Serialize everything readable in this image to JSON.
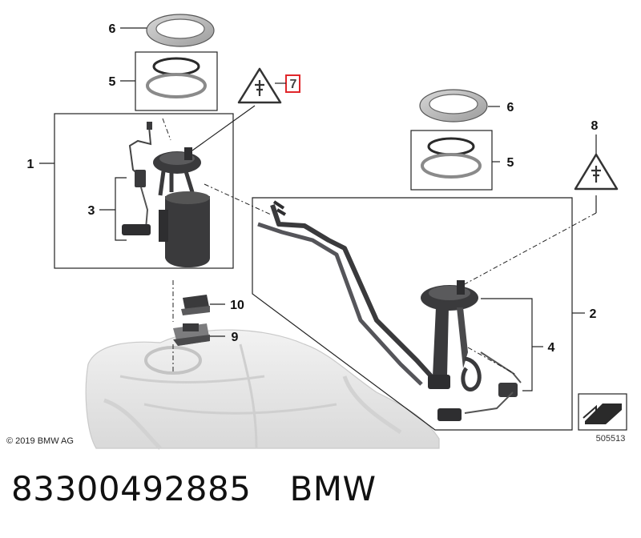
{
  "diagram": {
    "callouts": [
      {
        "id": "c1",
        "label": "1"
      },
      {
        "id": "c2",
        "label": "2"
      },
      {
        "id": "c3",
        "label": "3"
      },
      {
        "id": "c4",
        "label": "4"
      },
      {
        "id": "c5a",
        "label": "5"
      },
      {
        "id": "c5b",
        "label": "5"
      },
      {
        "id": "c6a",
        "label": "6"
      },
      {
        "id": "c6b",
        "label": "6"
      },
      {
        "id": "c7",
        "label": "7",
        "highlighted": true
      },
      {
        "id": "c8",
        "label": "8"
      },
      {
        "id": "c9",
        "label": "9"
      },
      {
        "id": "c10",
        "label": "10"
      }
    ],
    "copyright": "© 2019 BMW AG",
    "reference_number": "505513",
    "colors": {
      "highlight": "#e0262a",
      "line": "#222222",
      "part_dark": "#3a3a3c",
      "tank": "#e6e6e6"
    }
  },
  "caption": {
    "part_number": "83300492885",
    "brand": "BMW"
  }
}
